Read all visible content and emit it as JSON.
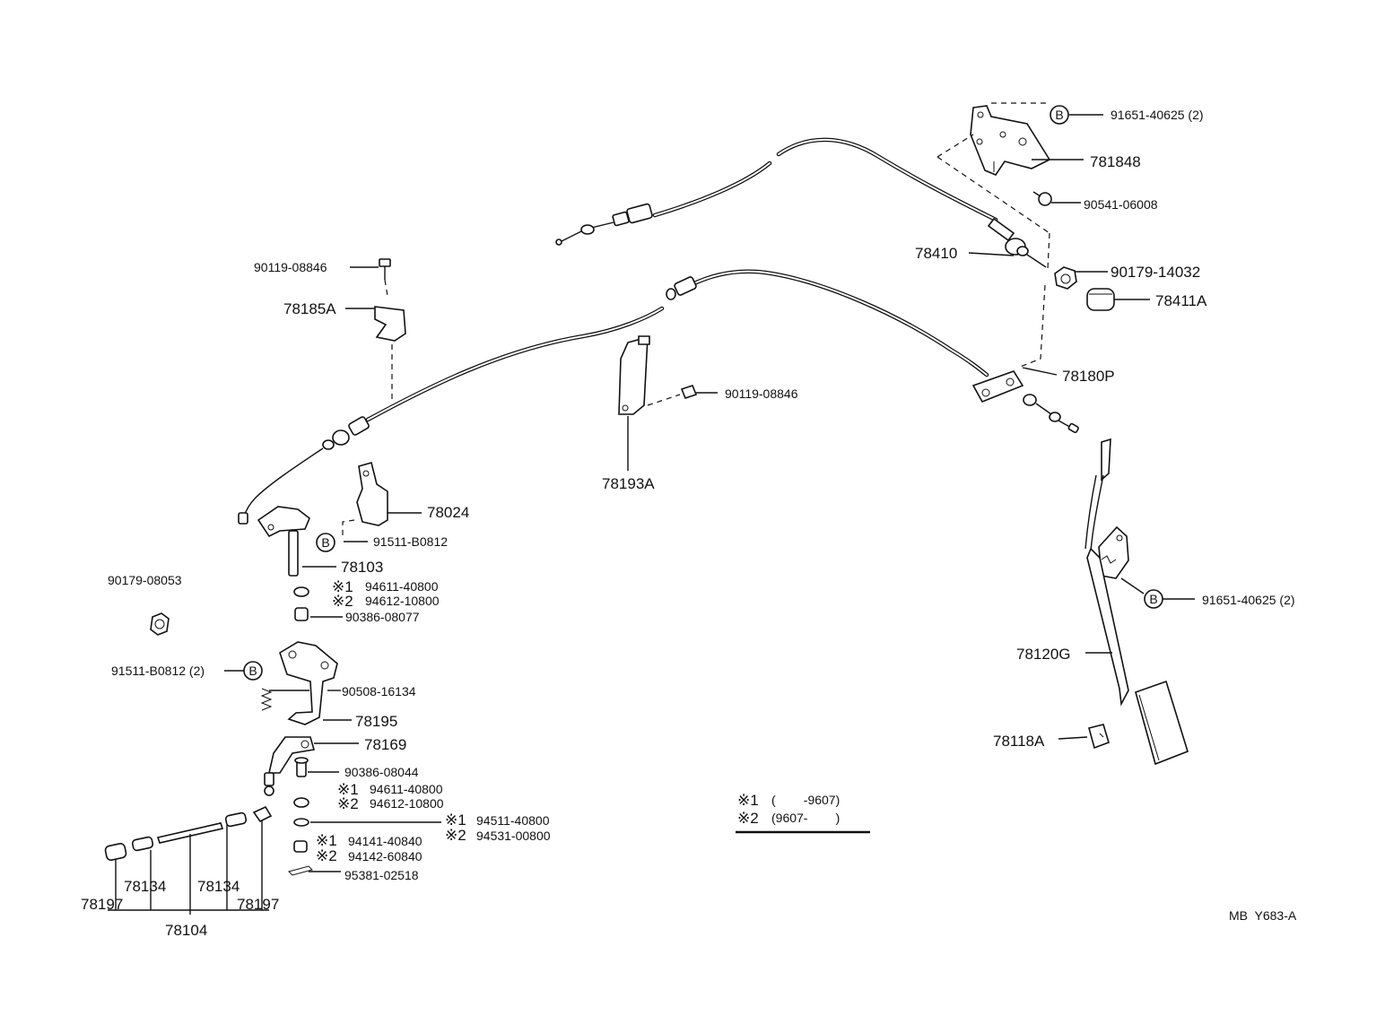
{
  "labels": {
    "p91651_top": "91651-40625 (2)",
    "p78184B": "781848",
    "p90541": "90541-06008",
    "p78410": "78410",
    "p90179_14032": "90179-14032",
    "p78411A": "78411A",
    "p78180P": "78180P",
    "p90119_a": "90119-08846",
    "p78185A": "78185A",
    "p90119_b": "90119-08846",
    "p78193A": "78193A",
    "p78024": "78024",
    "p91511_a": "91511-B0812",
    "p78103": "78103",
    "p94611_a": "94611-40800",
    "p94612_a": "94612-10800",
    "p90386_08077": "90386-08077",
    "p90179_08053": "90179-08053",
    "p91511_b": "91511-B0812 (2)",
    "p90508": "90508-16134",
    "p78195": "78195",
    "p78169": "78169",
    "p90386_08044": "90386-08044",
    "p94611_b": "94611-40800",
    "p94612_b": "94612-10800",
    "p94511": "94511-40800",
    "p94531": "94531-00800",
    "p94141": "94141-40840",
    "p94142": "94142-60840",
    "p95381": "95381-02518",
    "p78134_a": "78134",
    "p78134_b": "78134",
    "p78197_a": "78197",
    "p78197_b": "78197",
    "p78104": "78104",
    "p91651_bot": "91651-40625 (2)",
    "p78120G": "78120G",
    "p78118A": "78118A"
  },
  "markers": {
    "b": "B",
    "note1": "※1",
    "note2": "※2"
  },
  "legend": {
    "row1_mark": "※1",
    "row1_text": "(        -9607)",
    "row2_mark": "※2",
    "row2_text": "(9607-        )"
  },
  "code": "MB  Y683-A"
}
